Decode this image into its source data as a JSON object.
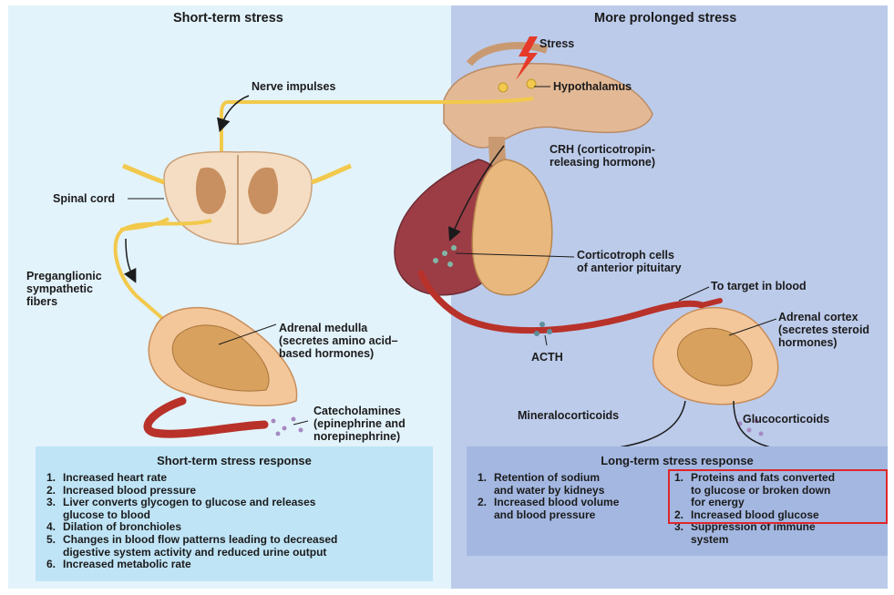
{
  "panels": {
    "left_title": "Short-term stress",
    "right_title": "More prolonged stress"
  },
  "labels": {
    "stress": "Stress",
    "hypothalamus": "Hypothalamus",
    "nerve_impulses": "Nerve impulses",
    "crh": "CRH (corticotropin-\nreleasing hormone)",
    "spinal_cord": "Spinal cord",
    "corticotroph": "Corticotroph cells\nof anterior pituitary",
    "preganglionic": "Preganglionic\nsympathetic\nfibers",
    "to_target": "To target in blood",
    "adrenal_medulla": "Adrenal medulla\n(secretes amino acid–\nbased hormones)",
    "adrenal_cortex": "Adrenal cortex\n(secretes steroid\nhormones)",
    "acth": "ACTH",
    "catecholamines": "Catecholamines\n(epinephrine and\nnorepinephrine)",
    "mineralocorticoids": "Mineralocorticoids",
    "glucocorticoids": "Glucocorticoids"
  },
  "short_term": {
    "title": "Short-term stress response",
    "items": [
      {
        "num": "1.",
        "text": "Increased heart rate"
      },
      {
        "num": "2.",
        "text": "Increased blood pressure"
      },
      {
        "num": "3.",
        "text": "Liver converts glycogen to glucose and releases\nglucose to blood"
      },
      {
        "num": "4.",
        "text": "Dilation of bronchioles"
      },
      {
        "num": "5.",
        "text": "Changes in blood flow patterns leading to decreased\ndigestive system activity and reduced urine output"
      },
      {
        "num": "6.",
        "text": "Increased metabolic rate"
      }
    ]
  },
  "long_term": {
    "title": "Long-term stress response",
    "left_items": [
      {
        "num": "1.",
        "text": "Retention of sodium\nand water by kidneys"
      },
      {
        "num": "2.",
        "text": "Increased blood volume\nand blood pressure"
      }
    ],
    "right_items": [
      {
        "num": "1.",
        "text": "Proteins and fats converted\nto glucose or broken down\nfor energy"
      },
      {
        "num": "2.",
        "text": "Increased blood glucose"
      },
      {
        "num": "3.",
        "text": "Suppression of immune\nsystem"
      }
    ]
  },
  "colors": {
    "left_bg": "#e3f3fb",
    "right_bg": "#bccbea",
    "nerve": "#f2c94c",
    "vessel": "#b8322a",
    "highlight": "#e0262b"
  }
}
